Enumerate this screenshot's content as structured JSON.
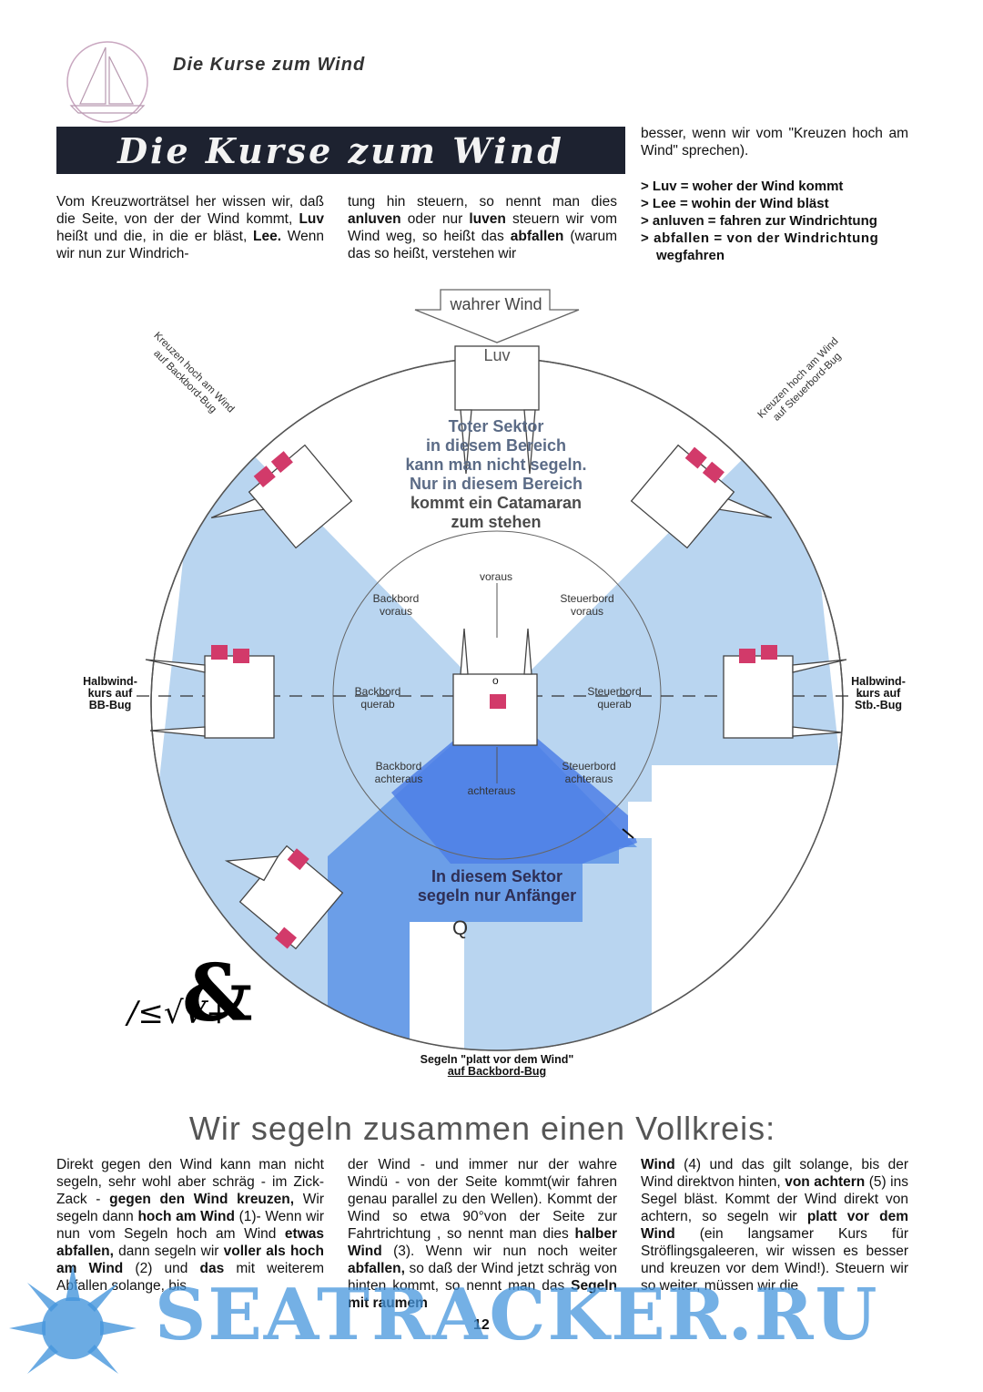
{
  "header": {
    "title": "Die  Kurse  zum  Wind"
  },
  "banner": {
    "title": "Die Kurse zum Wind"
  },
  "intro": {
    "col1": [
      {
        "t": "Vom Kreuzworträtsel her wissen wir, daß die Seite, von der der Wind kommt, "
      },
      {
        "t": "Luv",
        "b": true
      },
      {
        "t": " heißt und die, in die er bläst, "
      },
      {
        "t": "Lee.",
        "b": true
      },
      {
        "t": " Wenn wir nun zur Windrich-"
      }
    ],
    "col2": [
      {
        "t": "tung hin steuern, so nennt man dies "
      },
      {
        "t": "anluven",
        "b": true
      },
      {
        "t": " oder nur "
      },
      {
        "t": "luven",
        "b": true
      },
      {
        "t": " steuern wir vom Wind weg, so heißt das "
      },
      {
        "t": "abfallen",
        "b": true
      },
      {
        "t": " (warum das so heißt, verstehen wir"
      }
    ],
    "col3": [
      {
        "t": "besser, wenn wir vom \"Kreuzen hoch am Wind\" sprechen)."
      }
    ]
  },
  "definitions": [
    "> Luv = woher der Wind kommt",
    "> Lee = wohin der Wind bläst",
    "> anluven = fahren zur Windrichtung",
    "> abfallen = von der Windrichtung",
    "wegfahren"
  ],
  "diagram": {
    "wind_label": "wahrer Wind",
    "luv_label": "Luv",
    "dead_sector": [
      "Toter Sektor",
      "in diesem Bereich",
      "kann man nicht segeln.",
      "Nur in diesem Bereich",
      "kommt ein Catamaran",
      "zum stehen"
    ],
    "beginner_sector": [
      "In diesem Sektor",
      "segeln nur Anfänger"
    ],
    "directions": {
      "voraus": "voraus",
      "bb_voraus": [
        "Backbord",
        "voraus"
      ],
      "stb_voraus": [
        "Steuerbord",
        "voraus"
      ],
      "bb_querab": [
        "Backbord",
        "querab"
      ],
      "stb_querab": [
        "Steuerbord",
        "querab"
      ],
      "bb_achteraus": [
        "Backbord",
        "achteraus"
      ],
      "stb_achteraus": [
        "Steuerbord",
        "achteraus"
      ],
      "achteraus": "achteraus"
    },
    "course_labels": {
      "kreuzen_bb": [
        "Kreuzen hoch am Wind",
        "auf Backbord-Bug"
      ],
      "kreuzen_stb": [
        "Kreuzen hoch am Wind",
        "auf Steuerbord-Bug"
      ],
      "halbwind_bb": [
        "Halbwind-",
        "kurs auf",
        "BB-Bug"
      ],
      "halbwind_stb": [
        "Halbwind-",
        "kurs auf",
        "Stb.-Bug"
      ],
      "platt": [
        "Segeln \"platt vor dem Wind\"",
        "auf  Backbord-Bug"
      ]
    },
    "small_mark_o": "o",
    "q_mark": "Q",
    "ampersand": "&",
    "scribble": "/≤√V+",
    "colors": {
      "light_blue": "#b8d4ef",
      "mid_blue": "#6a9fe6",
      "deep_blue": "#4f7fe6",
      "boat": "#d23a6a"
    }
  },
  "vollkreis": {
    "title": "Wir segeln zusammen einen Vollkreis:",
    "col1": [
      {
        "t": "Direkt gegen den Wind kann man nicht segeln, sehr wohl aber schräg - im Zick-Zack - "
      },
      {
        "t": "gegen den Wind kreuzen,",
        "b": true
      },
      {
        "t": " Wir segeln dann "
      },
      {
        "t": "hoch am Wind",
        "b": true
      },
      {
        "t": " (1)- Wenn wir nun vom Segeln hoch am Wind "
      },
      {
        "t": "etwas abfallen,",
        "b": true
      },
      {
        "t": " dann segeln wir "
      },
      {
        "t": "voller als hoch am Wind",
        "b": true
      },
      {
        "t": " (2) und "
      },
      {
        "t": "das",
        "b": true
      },
      {
        "t": " mit weiterem Abfallen solange, bis"
      }
    ],
    "col2": [
      {
        "t": "der Wind - und immer nur der wahre Windü - von der Seite kommt(wir fahren genau parallel zu den Wellen). Kommt der Wind so etwa 90°von der Seite zur Fahrtrichtung , so nennt man dies "
      },
      {
        "t": "halber Wind",
        "b": true
      },
      {
        "t": " (3). Wenn wir nun noch weiter "
      },
      {
        "t": "abfallen,",
        "b": true
      },
      {
        "t": " so daß der Wind jetzt schräg von hinten kommt, so nennt man das "
      },
      {
        "t": "Segeln mit raumem",
        "b": true
      }
    ],
    "col3": [
      {
        "t": "Wind",
        "b": true
      },
      {
        "t": " (4) und das gilt solange, bis der Wind direktvon hinten, "
      },
      {
        "t": "von achtern",
        "b": true
      },
      {
        "t": " (5) ins Segel bläst. Kommt der Wind direkt von achtern, so segeln wir "
      },
      {
        "t": "platt vor dem Wind",
        "b": true
      },
      {
        "t": " (ein langsamer Kurs für Ströflingsgaleeren, wir wissen es besser und kreuzen vor dem Wind!). Steuern wir so weiter, müssen wir die"
      }
    ]
  },
  "footer": {
    "page_number": "12",
    "watermark": "SEATRACKER.RU"
  }
}
